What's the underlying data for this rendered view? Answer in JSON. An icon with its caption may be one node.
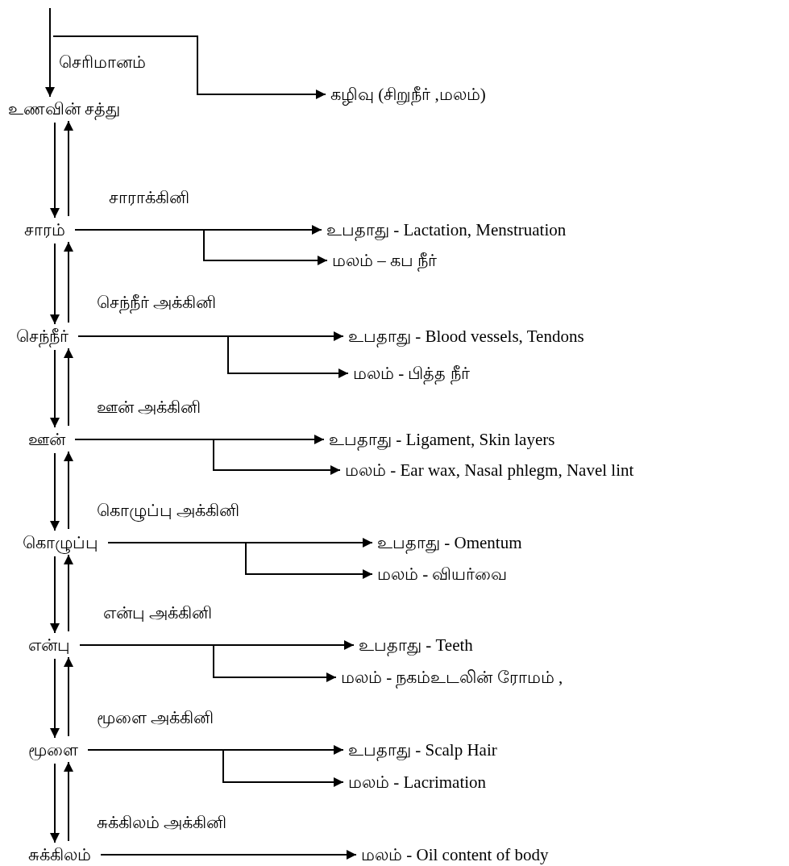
{
  "diagram": {
    "nodes": [
      {
        "text": [
          "உணவின் சத்து"
        ]
      },
      {
        "text": [
          "கழிவு (சிறுநீர் ,மலம்)"
        ]
      },
      {
        "text": [
          "சாரம்"
        ]
      },
      {
        "text": [
          "உபதாது -  Lactation, Menstruation"
        ]
      },
      {
        "text": [
          "மலம்  –  கப நீர்"
        ]
      },
      {
        "text": [
          "செந்நீர்"
        ]
      },
      {
        "text": [
          "உபதாது  -  Blood vessels, Tendons"
        ]
      },
      {
        "text": [
          "மலம்  -  பித்த நீர்"
        ]
      },
      {
        "text": [
          "ஊன்"
        ]
      },
      {
        "text": [
          "உபதாது  -  Ligament, Skin layers"
        ]
      },
      {
        "text": [
          "மலம்  - Ear wax, Nasal phlegm, Navel lint"
        ]
      },
      {
        "text": [
          "கொழுப்பு"
        ]
      },
      {
        "text": [
          "உபதாது  -  Omentum"
        ]
      },
      {
        "text": [
          "மலம்  -  வியர்வை"
        ]
      },
      {
        "text": [
          "என்பு"
        ]
      },
      {
        "text": [
          "உபதாது  - Teeth"
        ]
      },
      {
        "text": [
          "மலம்  - நகம்உடலின் ரோமம் ,"
        ]
      },
      {
        "text": [
          "மூளை"
        ]
      },
      {
        "text": [
          "உபதாது  - Scalp Hair"
        ]
      },
      {
        "text": [
          "மலம்  -  Lacrimation"
        ]
      },
      {
        "text": [
          "சுக்கிலம்"
        ]
      },
      {
        "text": [
          "மலம்  -  Oil content of body"
        ]
      }
    ],
    "edges": [
      {
        "from": null,
        "to": 0,
        "arrow": "to"
      },
      {
        "from": null,
        "to": 1,
        "arrow": "to"
      },
      {
        "from": 0,
        "to": 2,
        "arrow": "to"
      },
      {
        "from": 2,
        "to": 0,
        "arrow": "to"
      },
      {
        "from": 2,
        "to": 3,
        "arrow": "to"
      },
      {
        "from": 2,
        "to": 4,
        "arrow": "to"
      },
      {
        "from": 2,
        "to": 5,
        "arrow": "to"
      },
      {
        "from": 5,
        "to": 2,
        "arrow": "to"
      },
      {
        "from": 5,
        "to": 6,
        "arrow": "to"
      },
      {
        "from": 5,
        "to": 7,
        "arrow": "to"
      },
      {
        "from": 5,
        "to": 8,
        "arrow": "to"
      },
      {
        "from": 8,
        "to": 5,
        "arrow": "to"
      },
      {
        "from": 8,
        "to": 9,
        "arrow": "to"
      },
      {
        "from": 8,
        "to": 10,
        "arrow": "to"
      },
      {
        "from": 8,
        "to": 11,
        "arrow": "to"
      },
      {
        "from": 11,
        "to": 8,
        "arrow": "to"
      },
      {
        "from": 11,
        "to": 12,
        "arrow": "to"
      },
      {
        "from": 11,
        "to": 13,
        "arrow": "to"
      },
      {
        "from": 11,
        "to": 14,
        "arrow": "to"
      },
      {
        "from": 14,
        "to": 11,
        "arrow": "to"
      },
      {
        "from": 14,
        "to": 15,
        "arrow": "to"
      },
      {
        "from": 14,
        "to": 16,
        "arrow": "to"
      },
      {
        "from": 14,
        "to": 17,
        "arrow": "to"
      },
      {
        "from": 17,
        "to": 14,
        "arrow": "to"
      },
      {
        "from": 17,
        "to": 18,
        "arrow": "to"
      },
      {
        "from": 17,
        "to": 19,
        "arrow": "to"
      },
      {
        "from": 17,
        "to": 20,
        "arrow": "to"
      },
      {
        "from": 20,
        "to": 17,
        "arrow": "to"
      },
      {
        "from": 20,
        "to": 21,
        "arrow": "to"
      }
    ],
    "labels": [
      "செரிமானம்",
      "சாராக்கினி",
      "செந்நீர் அக்கினி",
      "ஊன் அக்கினி",
      "கொழுப்பு அக்கினி",
      "என்பு அக்கினி",
      "மூளை அக்கினி",
      "சுக்கிலம் அக்கினி"
    ]
  }
}
